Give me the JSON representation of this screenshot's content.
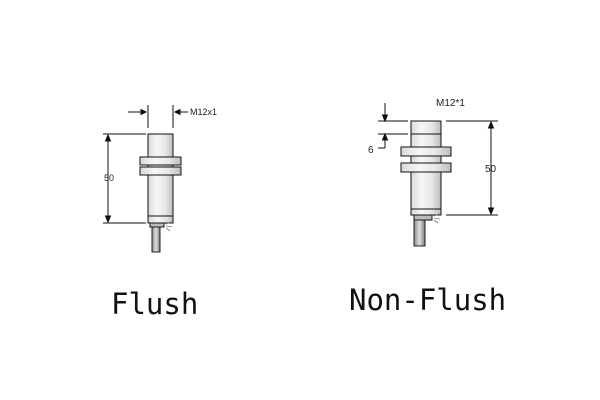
{
  "colors": {
    "background": "#ffffff",
    "line": "#111111",
    "body_light": "#f2f2f2",
    "body_dark": "#c8c8c8",
    "text": "#222222"
  },
  "flush": {
    "thread_label": "M12x1",
    "length_label": "50",
    "caption": "Flush"
  },
  "non_flush": {
    "thread_label": "M12*1",
    "offset_label": "6",
    "length_label": "50",
    "caption": "Non-Flush"
  }
}
